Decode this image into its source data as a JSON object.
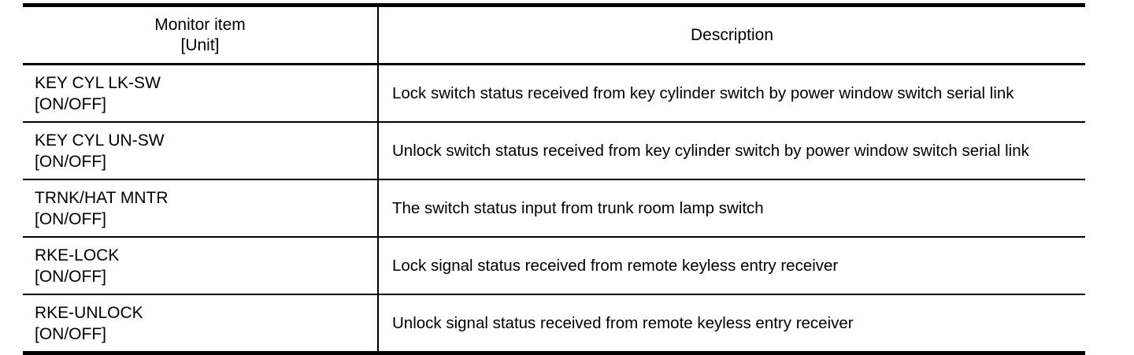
{
  "table": {
    "headers": {
      "item_line1": "Monitor item",
      "item_line2": "[Unit]",
      "description": "Description"
    },
    "rows": [
      {
        "item": "KEY CYL LK-SW",
        "unit": "[ON/OFF]",
        "description": "Lock switch status received from key cylinder switch by power window switch serial link"
      },
      {
        "item": "KEY CYL UN-SW",
        "unit": "[ON/OFF]",
        "description": "Unlock switch status received from key cylinder switch by power window switch serial link"
      },
      {
        "item": "TRNK/HAT MNTR",
        "unit": "[ON/OFF]",
        "description": "The switch status input from trunk room lamp switch"
      },
      {
        "item": "RKE-LOCK",
        "unit": "[ON/OFF]",
        "description": "Lock signal status received from remote keyless entry receiver"
      },
      {
        "item": "RKE-UNLOCK",
        "unit": "[ON/OFF]",
        "description": "Unlock signal status received from remote keyless entry receiver"
      }
    ]
  }
}
